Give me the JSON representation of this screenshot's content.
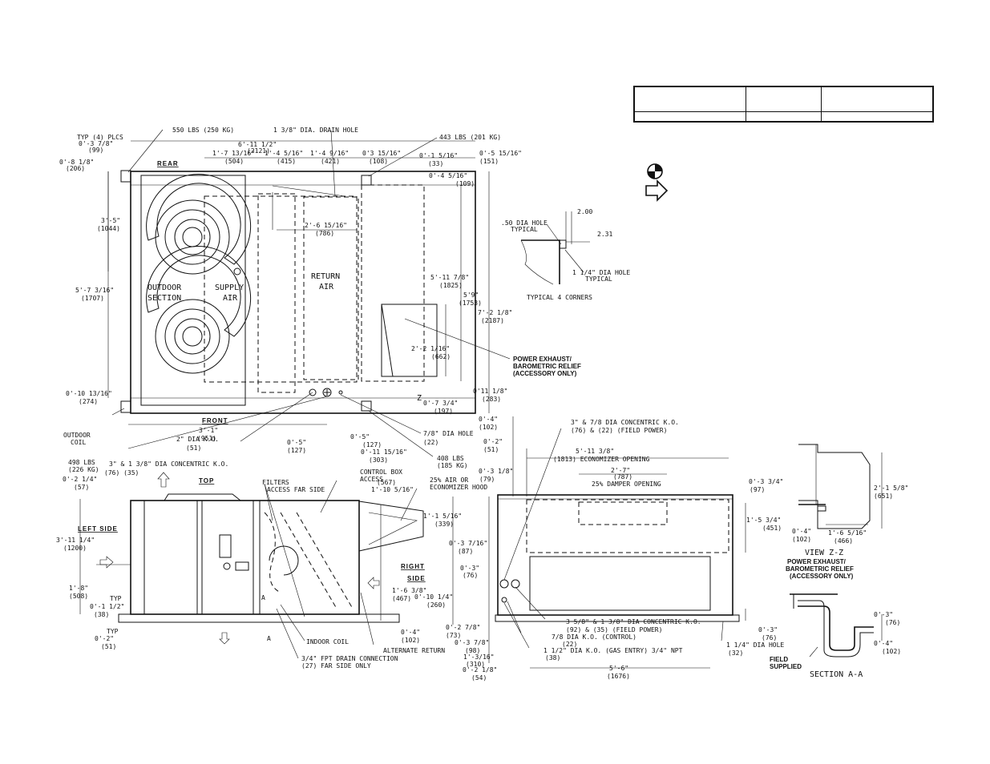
{
  "top_view": {
    "weights": {
      "rear_left": "550 LBS (250 KG)",
      "rear_right": "443 LBS (201 KG)",
      "front_left": "498 LBS\n(226 KG)",
      "front_right": "408 LBS\n(185 KG)"
    },
    "labels": {
      "rear": "REAR",
      "front": "FRONT",
      "outdoor_section": "OUTDOOR\nSECTION",
      "supply_air": "SUPPLY\nAIR",
      "return_air": "RETURN\nAIR",
      "outdoor_coil": "OUTDOOR\nCOIL",
      "drain_hole": "1 3/8\" DIA. DRAIN HOLE",
      "typ_plcs": "TYP (4) PLCS",
      "power_exhaust": "POWER EXHAUST/\nBAROMETRIC RELIEF\n(ACCESSORY ONLY)",
      "ko_concentric": "3\" & 1 3/8\" DIA CONCENTRIC K.O.\n(76)      (35)",
      "ko_2": "2\" DIA K.O.\n(51)",
      "hole_78": "7/8\" DIA HOLE\n(22)",
      "z": "Z"
    },
    "dims": [
      "0'-3 7/8\"\n(99)",
      "0'-8 1/8\"\n(206)",
      "6'-11 1/2\"\n(2121)",
      "1'-7 13/16\"\n(504)",
      "1'-4 5/16\"\n(415)",
      "1'-4 9/16\"\n(421)",
      "0'3 15/16\"\n(108)",
      "0'-1 5/16\"\n(33)",
      "0'-5 15/16\"\n(151)",
      "0'-4 5/16\"\n(109)",
      "3'-5\"\n(1044)",
      "2'-6 15/16\"\n(786)",
      "5'-7 3/16\"\n(1707)",
      "5'-11 7/8\"\n(1825)",
      "5'9\"\n(1753)",
      "7'-2 1/8\"\n(2187)",
      "2'-2 1/16\"\n(662)",
      "0'-10 13/16\"\n(274)",
      "0'11 1/8\"\n(283)",
      "0'-7 3/4\"\n(197)",
      "3'-1\"\n(951)",
      "0'-5\"\n(127)",
      "0'-5\"\n(127)",
      "0'-11 15/16\"\n(303)"
    ]
  },
  "corner_detail": {
    "hole_50": ".50 DIA HOLE\nTYPICAL",
    "hole_114": "1 1/4\" DIA HOLE\nTYPICAL",
    "dim_200": "2.00",
    "dim_231": "2.31",
    "caption": "TYPICAL 4 CORNERS"
  },
  "left_side": {
    "labels": {
      "top": "TOP",
      "left_side": "LEFT SIDE",
      "right_side": "RIGHT\nSIDE",
      "filters": "FILTERS\nACCESS FAR SIDE",
      "control_box": "CONTROL BOX\nACCESS",
      "economizer_hood": "25% AIR OR\nECONOMIZER HOOD",
      "indoor_coil": "INDOOR COIL",
      "alternate_return": "ALTERNATE RETURN",
      "drain": "3/4\" FPT DRAIN CONNECTION\n(27)  FAR SIDE ONLY",
      "a": "A",
      "a2": "A"
    },
    "dims": [
      "0'-2 1/4\"\n(57)",
      "3'-11 1/4\"\n(1200)",
      "1'-8\"\n(508)",
      "TYP\n0'-1 1/2\"\n(38)",
      "TYP\n0'-2\"\n(51)",
      "(567)",
      "1'-10 5/16\"",
      "1'-1 5/16\"\n(339)",
      "0'-3 7/16\"\n(87)",
      "0'-3\"\n(76)",
      "1'-6 3/8\"\n(467)",
      "0'-10 1/4\"\n(260)",
      "0'-4\"\n(102)",
      "0'-2 7/8\"\n(73)",
      "0'-3 7/8\"\n(98)",
      "1'-3/16\"\n(310)",
      "0'-2 1/8\"\n(54)",
      "0'-3 1/8\"\n(79)",
      "0'-4\"\n(102)",
      "0'-2\"\n(51)"
    ]
  },
  "rear_view": {
    "labels": {
      "ko_field_power": "3\" & 7/8 DIA CONCENTRIC K.O.\n(76) & (22) (FIELD POWER)",
      "economizer_opening": "5'-11 3/8\"\n(1813) ECONOMIZER OPENING",
      "damper_opening": "2'-7\"\n(787)\n25% DAMPER OPENING",
      "ko_358": "3 5/8\" & 1 3/8\" DIA CONCENTRIC K.O.\n(92) & (35) (FIELD POWER)",
      "ko_control": "7/8 DIA K.O. (CONTROL)\n(22)",
      "ko_gas": "1 1/2\" DIA K.O. (GAS ENTRY) 3/4\" NPT\n(38)",
      "hole_114": "1 1/4\" DIA HOLE\n(32)"
    },
    "dims": [
      "0'-3 3/4\"\n(97)",
      "1'-5 3/4\"\n(451)",
      "0'-3\"\n(76)",
      "5'-6\"\n(1676)"
    ]
  },
  "view_zz": {
    "caption": "VIEW Z-Z",
    "power_exhaust": "POWER EXHAUST/\nBAROMETRIC RELIEF\n(ACCESSORY ONLY)",
    "dims": [
      "2'-1 5/8\"\n(651)",
      "0'-4\"\n(102)",
      "1'-6 5/16\"\n(466)"
    ]
  },
  "section_aa": {
    "caption": "SECTION A-A",
    "field_supplied": "FIELD\nSUPPLIED",
    "dims": [
      "0'-3\"\n(76)",
      "0'-4\"\n(102)"
    ]
  },
  "legend_table": {
    "rows": [
      [
        "",
        "",
        ""
      ],
      [
        "",
        "",
        ""
      ]
    ]
  }
}
